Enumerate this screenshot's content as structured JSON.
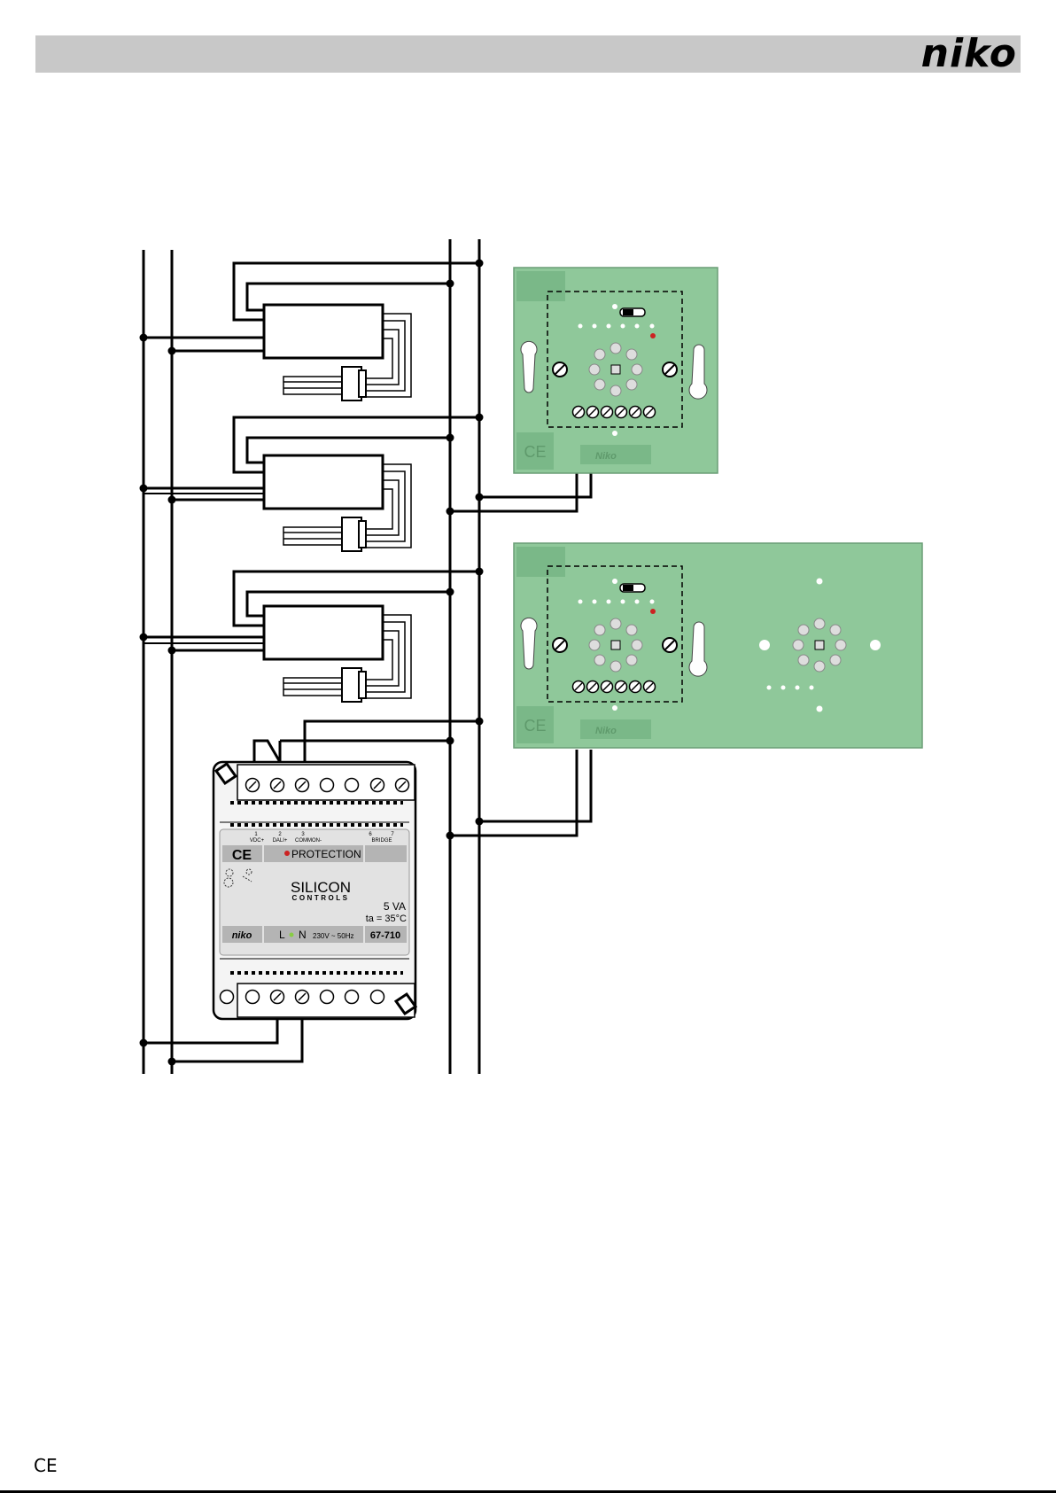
{
  "header": {
    "brand": "niko",
    "bar_color": "#c8c8c8"
  },
  "footer": {
    "ce_mark": "CE"
  },
  "colors": {
    "pcb_green": "#8fc89a",
    "pcb_dark": "#7ab888",
    "wire": "#000000",
    "module_grey": "#e2e2e2",
    "label_grey": "#b4b4b4",
    "led_red": "#cc2222",
    "led_green": "#88cc44"
  },
  "pcbs": {
    "small_ce": "CE",
    "small_brand": "Niko",
    "large_ce": "CE",
    "large_brand": "Niko"
  },
  "power_supply": {
    "terminals_top": [
      "1",
      "2",
      "3",
      "6",
      "7"
    ],
    "terminal_labels": [
      "VDC+",
      "DALI+",
      "COMMON-",
      "BRIDGE"
    ],
    "ce": "CE",
    "protection": "PROTECTION",
    "manufacturer_line1": "SILICON",
    "manufacturer_line2": "CONTROLS",
    "power_rating": "5 VA",
    "temp_rating": "ta = 35°C",
    "brand": "niko",
    "l_label": "L",
    "n_label": "N",
    "voltage": "230V ~ 50Hz",
    "model": "67-710"
  }
}
